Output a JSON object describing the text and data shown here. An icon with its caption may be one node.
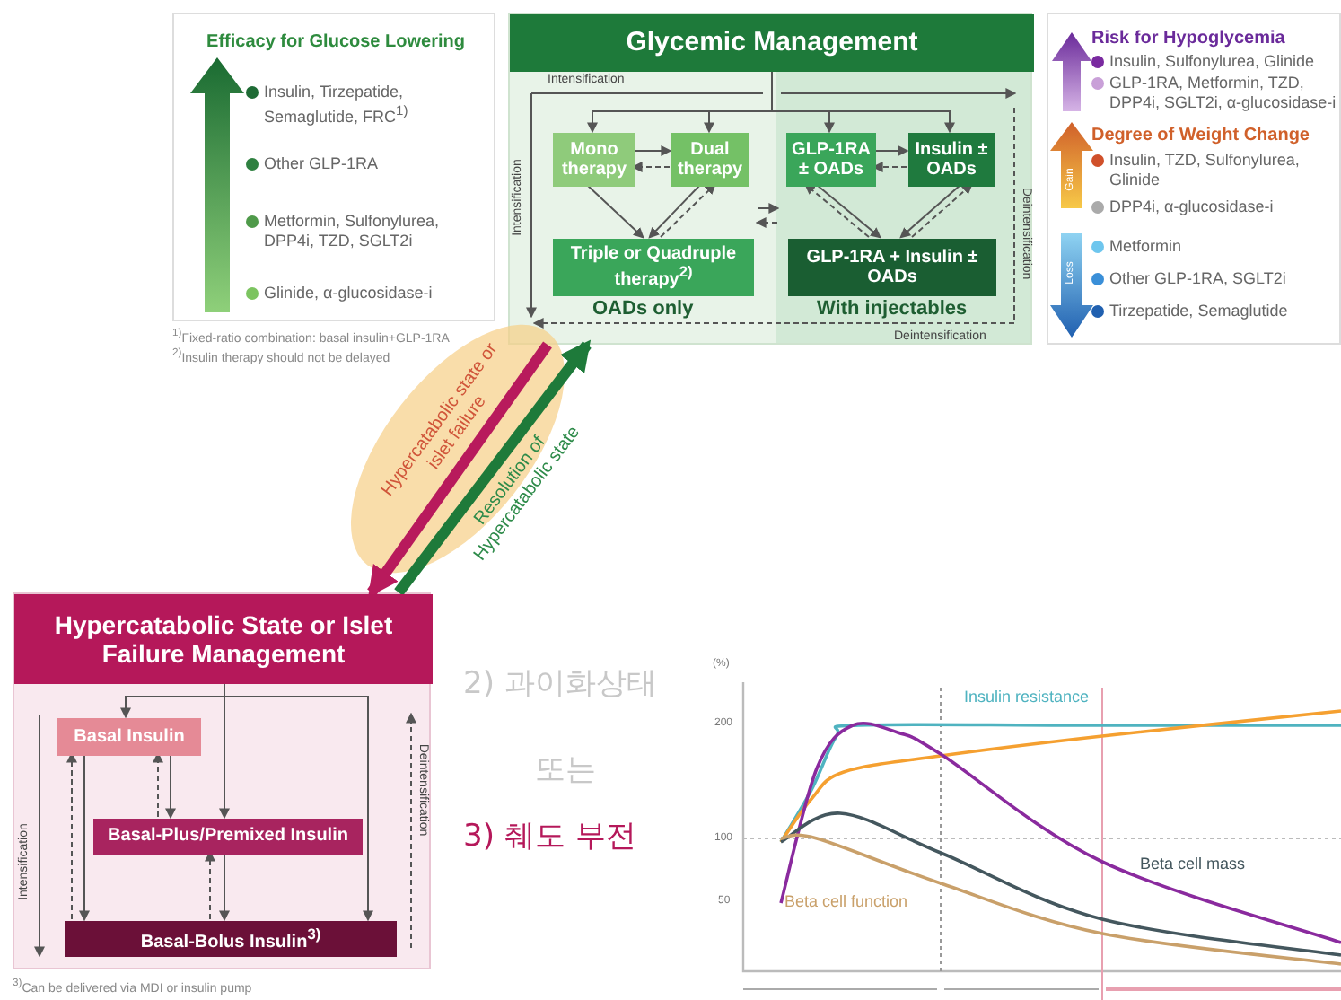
{
  "diagram": {
    "nodes": [
      {
        "text": [
          "Efficacy for Glucose Lowering",
          "Insulin, Tirzepatide, Semaglutide, FRC$^{1)}$",
          "Other GLP-1RA",
          "Metformin, Sulfonylurea, DPP4i, TZD, SGLT2i",
          "Glinide, α-glucosidase-i"
        ]
      },
      {
        "text": [],
        "shape": "box"
      },
      {
        "text": [
          "Glycemic Management"
        ],
        "in": 1
      },
      {
        "text": [
          "Mono therapy"
        ],
        "in": 1
      },
      {
        "text": [
          "Dual therapy"
        ],
        "in": 1
      },
      {
        "text": [
          "GLP-1RA ± OADs"
        ],
        "in": 1
      },
      {
        "text": [
          "Insulin ± OADs"
        ],
        "in": 1
      },
      {
        "text": [
          "Triple or Quadruple therapy$^{2)}$"
        ],
        "in": 1
      },
      {
        "text": [
          "GLP-1RA + Insulin ± OADs"
        ],
        "in": 1
      },
      {
        "text": [
          "Risk for Hypoglycemia",
          "Insulin, Sulfonylurea, Glinide",
          "GLP-1RA, Metformin, TZD, DPP4i, SGLT2i, α-glucosidase-i",
          "Degree of Weight Change",
          "Insulin, TZD, Sulfonylurea, Glinide",
          "DPP4i, α-glucosidase-i",
          "Metformin",
          "Other GLP-1RA, SGLT2i",
          "Tirzepatide, Semaglutide"
        ]
      },
      {
        "text": [],
        "shape": "box"
      },
      {
        "text": [
          "Hypercatabolic State or Islet Failure Management"
        ],
        "in": 10
      },
      {
        "text": [
          "Basal Insulin"
        ],
        "in": 10
      },
      {
        "text": [
          "Basal-Plus/Premixed Insulin"
        ],
        "in": 10
      },
      {
        "text": [
          "Basal-Bolus Insulin$^{3)}$"
        ],
        "in": 10
      }
    ],
    "edges": [
      {
        "from": 2,
        "to": 3,
        "arrow": "to"
      },
      {
        "from": 2,
        "to": 4,
        "arrow": "to"
      },
      {
        "from": 2,
        "to": 5,
        "arrow": "to"
      },
      {
        "from": 2,
        "to": 6,
        "arrow": "to"
      },
      {
        "from": 3,
        "to": 4,
        "arrow": "to"
      },
      {
        "from": 4,
        "to": 3,
        "arrow": "to",
        "style": "dashed"
      },
      {
        "from": 3,
        "to": 7,
        "arrow": "to"
      },
      {
        "from": 4,
        "to": 7,
        "arrow": "to"
      },
      {
        "from": 7,
        "to": 4,
        "arrow": "to",
        "style": "dashed"
      },
      {
        "from": 5,
        "to": 6,
        "arrow": "to"
      },
      {
        "from": 6,
        "to": 5,
        "arrow": "to",
        "style": "dashed"
      },
      {
        "from": 5,
        "to": 8,
        "arrow": "to"
      },
      {
        "from": 8,
        "to": 5,
        "arrow": "to",
        "style": "dashed"
      },
      {
        "from": 6,
        "to": 8,
        "arrow": "to"
      },
      {
        "from": 8,
        "to": 6,
        "arrow": "to",
        "style": "dashed"
      },
      {
        "from": 1,
        "to": 10,
        "arrow": "to",
        "label": "Hypercatabolic state or islet failure",
        "style": "thick",
        "color": "#b81a5c"
      },
      {
        "from": 10,
        "to": 1,
        "arrow": "to",
        "label": "Resolution of Hypercatabolic state",
        "style": "thick",
        "color": "#1e7a3a"
      },
      {
        "from": 11,
        "to": 12,
        "arrow": "to"
      },
      {
        "from": 11,
        "to": 13,
        "arrow": "to"
      },
      {
        "from": 11,
        "to": 14,
        "arrow": "to"
      },
      {
        "from": 12,
        "to": 13,
        "arrow": "to"
      },
      {
        "from": 13,
        "to": 12,
        "arrow": "to",
        "style": "dashed"
      },
      {
        "from": 12,
        "to": 14,
        "arrow": "to"
      },
      {
        "from": 14,
        "to": 12,
        "arrow": "to",
        "style": "dashed"
      },
      {
        "from": 13,
        "to": 14,
        "arrow": "to"
      },
      {
        "from": 14,
        "to": 13,
        "arrow": "to",
        "style": "dashed"
      }
    ],
    "labels": [
      "Intensification",
      "Intensification",
      "Deintensification",
      "OADs only",
      "With injectables",
      "Deintensification",
      "Gain",
      "Loss",
      "$^{1)}$Fixed-ratio combination: basal insulin+GLP-1RA",
      "$^{2)}$Insulin therapy should not be delayed",
      "Intensification",
      "Deintensification",
      "$^{3)}$Can be delivered via MDI or insulin pump",
      "2) 과이화상태",
      "또는",
      "3) 췌도 부전",
      "(%)",
      "200",
      "100",
      "50",
      "Insulin resistance",
      "Beta cell mass",
      "Beta cell function"
    ]
  }
}
